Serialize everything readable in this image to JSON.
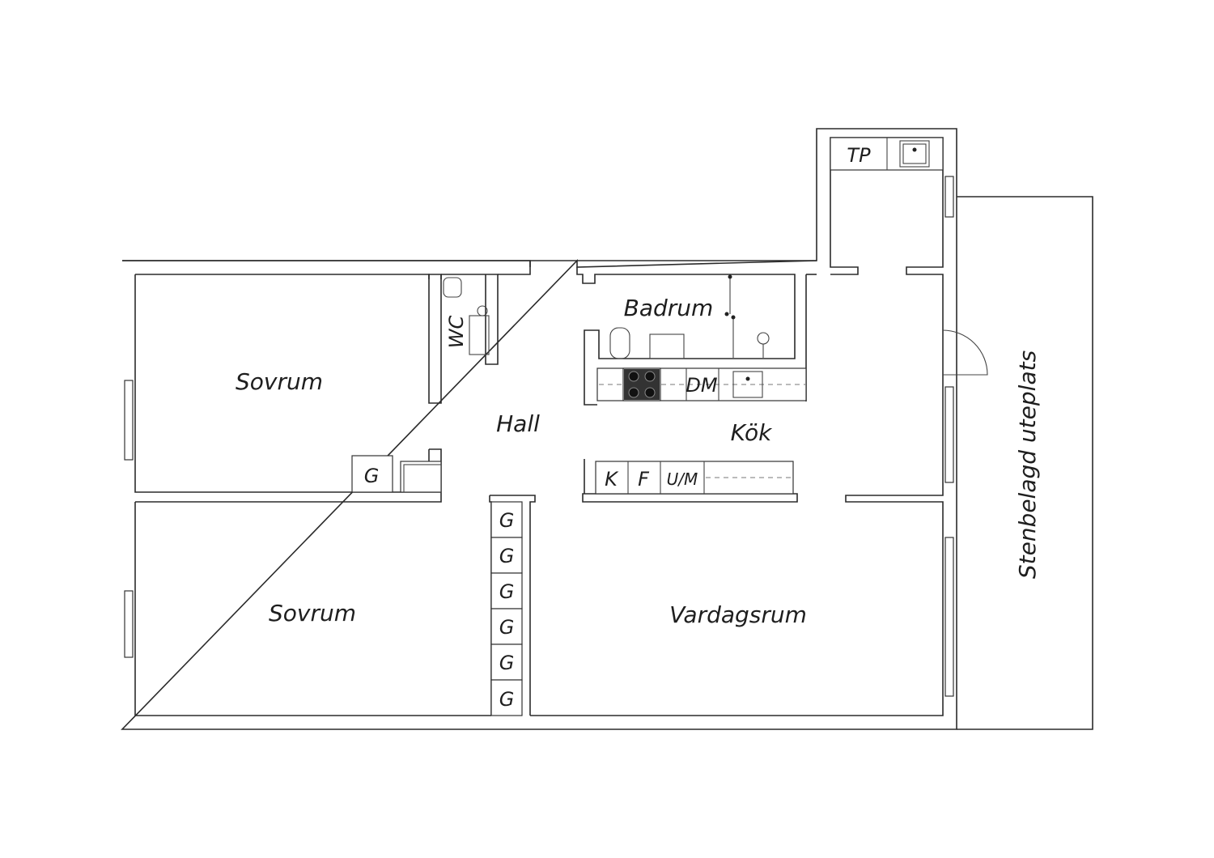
{
  "rooms": {
    "sovrum_top": "Sovrum",
    "sovrum_bottom": "Sovrum",
    "hall": "Hall",
    "badrum": "Badrum",
    "kok": "Kök",
    "vardagsrum": "Vardagsrum",
    "wc": "WC",
    "uteplats": "Stenbelagd uteplats"
  },
  "fixtures": {
    "tp": "TP",
    "dm": "DM",
    "k": "K",
    "f": "F",
    "um": "U/M",
    "g": "G"
  }
}
